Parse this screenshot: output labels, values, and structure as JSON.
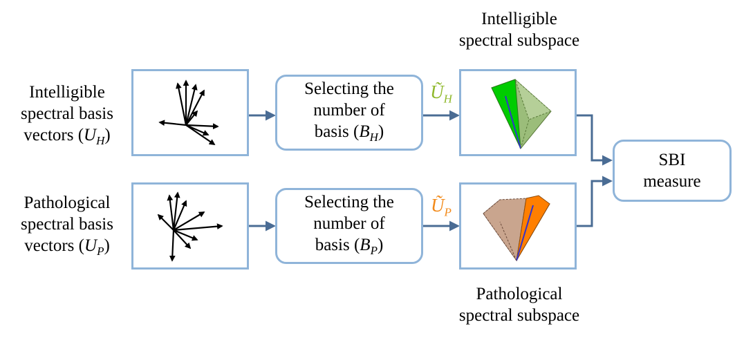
{
  "top_row": {
    "input_label_lines": [
      "Intelligible",
      "spectral basis",
      "vectors ("
    ],
    "input_symbol": "U",
    "input_subscript": "H",
    "selector_lines": [
      "Selecting the",
      "number of",
      "basis ("
    ],
    "selector_symbol": "B",
    "selector_subscript": "H",
    "output_symbol": "Ũ",
    "output_subscript": "H",
    "output_color": "#8fb82b",
    "subspace_title_lines": [
      "Intelligible",
      "spectral subspace"
    ],
    "subspace_face_color": "#00cc00",
    "subspace_body_color": "#9bbd7a"
  },
  "bottom_row": {
    "input_label_lines": [
      "Pathological",
      "spectral basis",
      "vectors ("
    ],
    "input_symbol": "U",
    "input_subscript": "P",
    "selector_lines": [
      "Selecting the",
      "number of",
      "basis ("
    ],
    "selector_symbol": "B",
    "selector_subscript": "P",
    "output_symbol": "Ũ",
    "output_subscript": "P",
    "output_color": "#f28a1a",
    "subspace_title_lines": [
      "Pathological",
      "spectral subspace"
    ],
    "subspace_face_color": "#ff7f00",
    "subspace_body_color": "#b48c74"
  },
  "measure_lines": [
    "SBI",
    "measure"
  ],
  "colors": {
    "box_border": "#8fb4d9",
    "arrow": "#4a6c94",
    "vector_ink": "#000000",
    "inner_vector": "#3333cc"
  },
  "icons": [
    "basis-vectors-icon",
    "subspace-pyramid-icon",
    "flow-arrow-icon"
  ]
}
